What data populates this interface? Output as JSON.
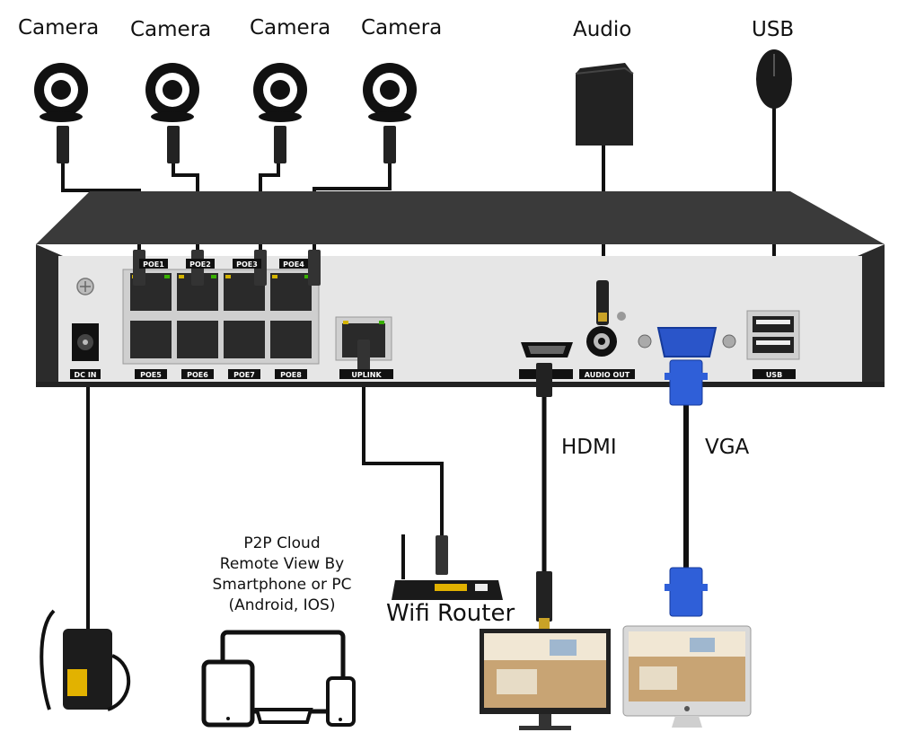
{
  "labels": {
    "camera_1": "Camera",
    "camera_2": "Camera",
    "camera_3": "Camera",
    "camera_4": "Camera",
    "audio": "Audio",
    "usb": "USB",
    "hdmi": "HDMI",
    "vga": "VGA",
    "wifi_router": "Wifi Router"
  },
  "p2p_lines": [
    "P2P Cloud",
    "Remote View By",
    "Smartphone or PC",
    "(Android, IOS)"
  ],
  "ports": {
    "poe1": "POE1",
    "poe2": "POE2",
    "poe3": "POE3",
    "poe4": "POE4",
    "poe5": "POE5",
    "poe6": "POE6",
    "poe7": "POE7",
    "poe8": "POE8",
    "dcin": "DC IN",
    "uplink": "UPLINK",
    "audio_out": "AUDIO OUT",
    "usb": "USB"
  }
}
